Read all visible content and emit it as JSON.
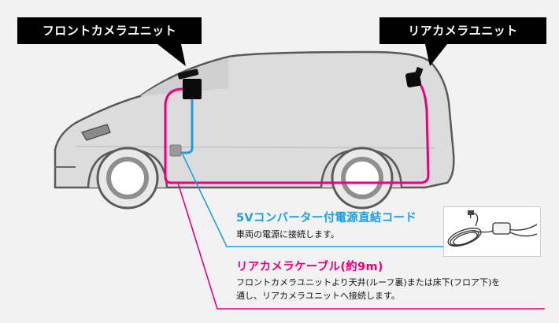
{
  "front_camera_label": "フロントカメラユニット",
  "rear_camera_label": "リアカメラユニット",
  "converter": {
    "title": "5Vコンバーター付電源直結コード",
    "description": "車両の電源に接続します。"
  },
  "rear_cable": {
    "title": "リアカメラケーブル(約9m)",
    "description_line1": "フロントカメラユニットより天井(ルーフ裏)または床下(フロア下)を",
    "description_line2": "通し、リアカメラユニットへ接続します。"
  },
  "colors": {
    "rear_cable": "#e6007e",
    "power_cable": "#1a9fe0",
    "callout_bg": "#000000",
    "van_body": "#dcdcdc",
    "background": "#f2f2f2"
  }
}
